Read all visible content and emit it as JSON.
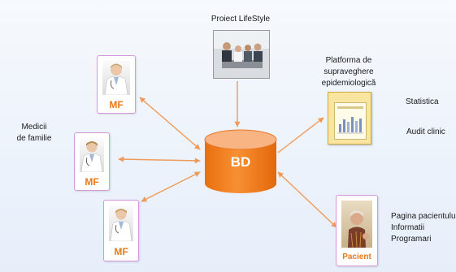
{
  "project": {
    "label": "Proiect LifeStyle",
    "icon": "meeting-photo"
  },
  "platform": {
    "label_lines": [
      "Platforma de",
      "supraveghere",
      "epidemiologică"
    ],
    "icon": "dashboard-screenshot"
  },
  "outputs": {
    "statistics": "Statistica",
    "audit": "Audit clinic"
  },
  "doctors": {
    "group_label_lines": [
      "Medicii",
      "de familie"
    ],
    "card_label": "MF"
  },
  "database": {
    "label": "BD"
  },
  "patient": {
    "card_label": "Pacient",
    "info_lines": [
      "Pagina pacientului",
      "Informatii",
      "Programari"
    ]
  },
  "colors": {
    "arrow": "#ef9a5a",
    "db_body": "#f5821f",
    "db_top": "#f8b583",
    "card_border": "#d29ad8",
    "card_label": "#e87a1c"
  }
}
